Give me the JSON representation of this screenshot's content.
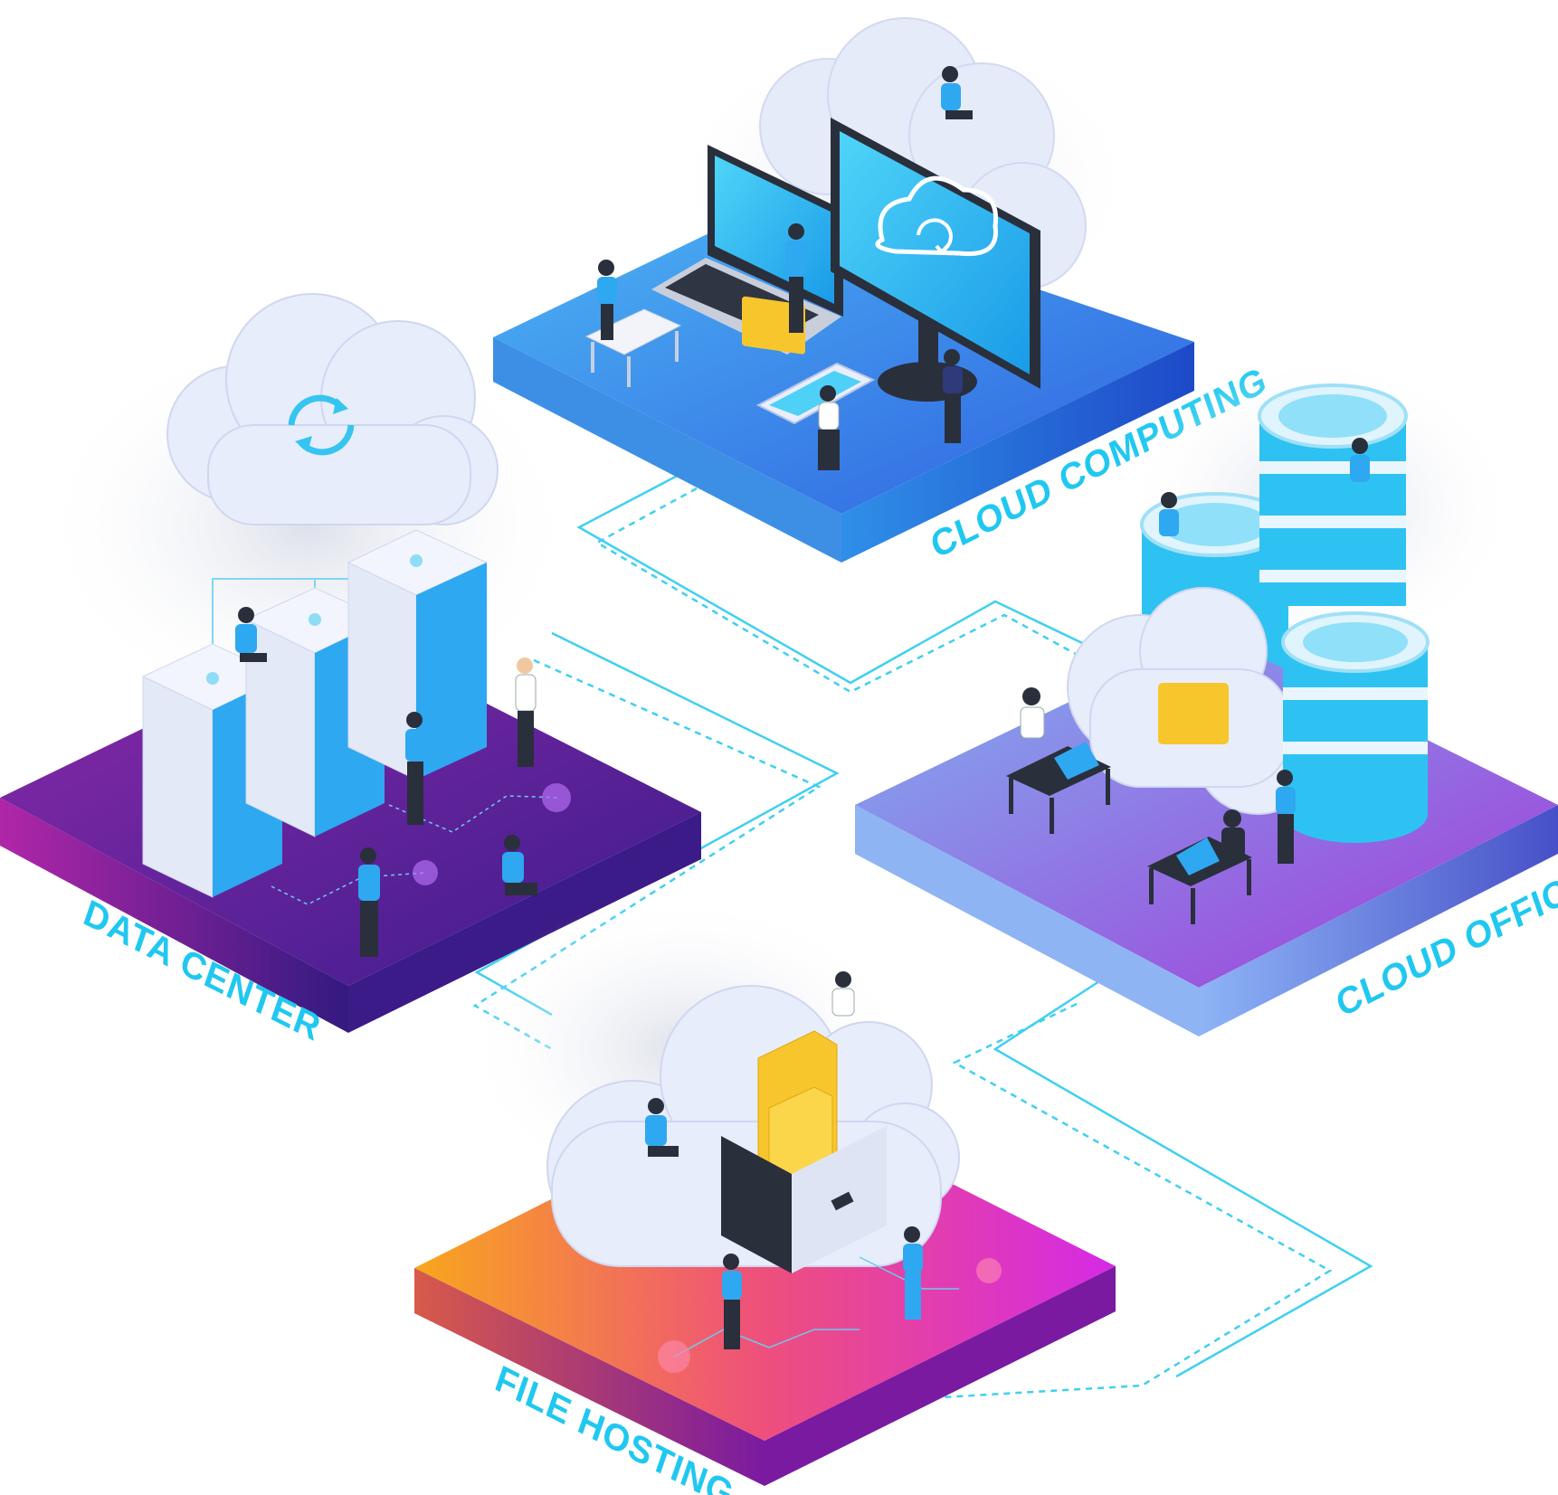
{
  "labels": {
    "cloud_computing": "CLOUD COMPUTING",
    "data_center": "DATA CENTER",
    "cloud_office": "CLOUD OFFICE",
    "file_hosting": "FILE HOSTING"
  },
  "colors": {
    "label": "#20c8f0",
    "connector": "#3fd0f0",
    "cloud_computing_top": "#3b9df0",
    "data_center_top": "#5a1f9c",
    "cloud_office_top": "#6a84e6",
    "file_hosting_top": "#f0605e",
    "cloud": "#e3e9fb",
    "server": "#e9eefc",
    "server_panel": "#2ea8f0",
    "folder": "#f7c62c",
    "screen": "#21b4f0"
  },
  "icons": {
    "sync": "sync-icon",
    "folder": "folder-icon",
    "database": "database-icon",
    "server": "server-rack-icon",
    "monitor": "monitor-icon",
    "laptop": "laptop-icon"
  }
}
